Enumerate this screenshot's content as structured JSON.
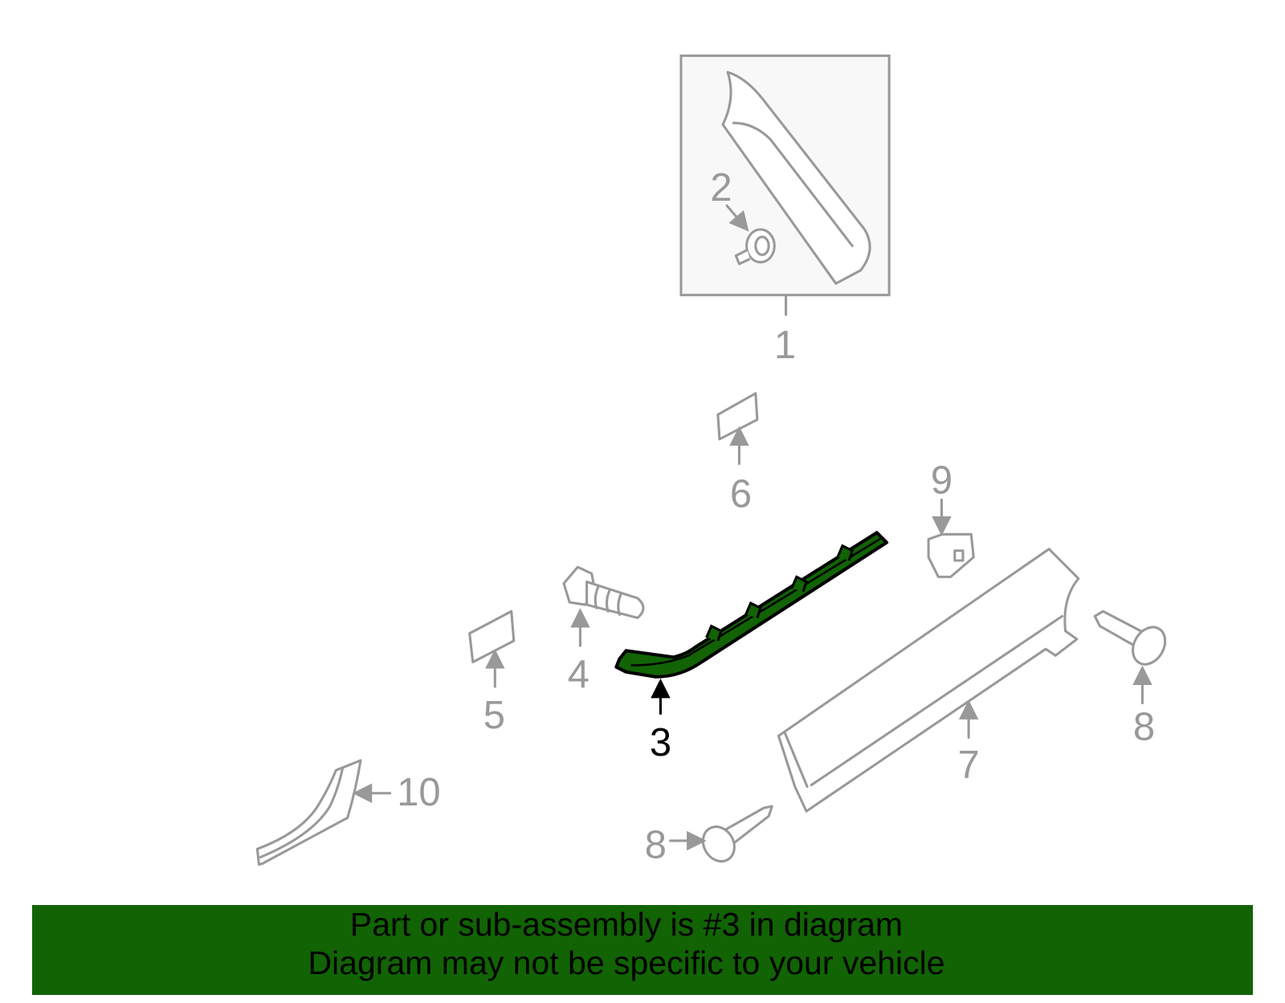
{
  "diagram": {
    "callouts": [
      {
        "id": "callout-1",
        "text": "1"
      },
      {
        "id": "callout-2",
        "text": "2"
      },
      {
        "id": "callout-3",
        "text": "3",
        "selected": true
      },
      {
        "id": "callout-4",
        "text": "4"
      },
      {
        "id": "callout-5",
        "text": "5"
      },
      {
        "id": "callout-6",
        "text": "6"
      },
      {
        "id": "callout-7",
        "text": "7"
      },
      {
        "id": "callout-8a",
        "text": "8"
      },
      {
        "id": "callout-8b",
        "text": "8"
      },
      {
        "id": "callout-9",
        "text": "9"
      },
      {
        "id": "callout-10",
        "text": "10"
      }
    ],
    "colors": {
      "highlight": "#116304",
      "line": "#999999",
      "banner": "#116304"
    }
  },
  "banner": {
    "line1": "Part or sub-assembly is #3 in diagram",
    "line2": "Diagram may not be specific to your vehicle"
  }
}
